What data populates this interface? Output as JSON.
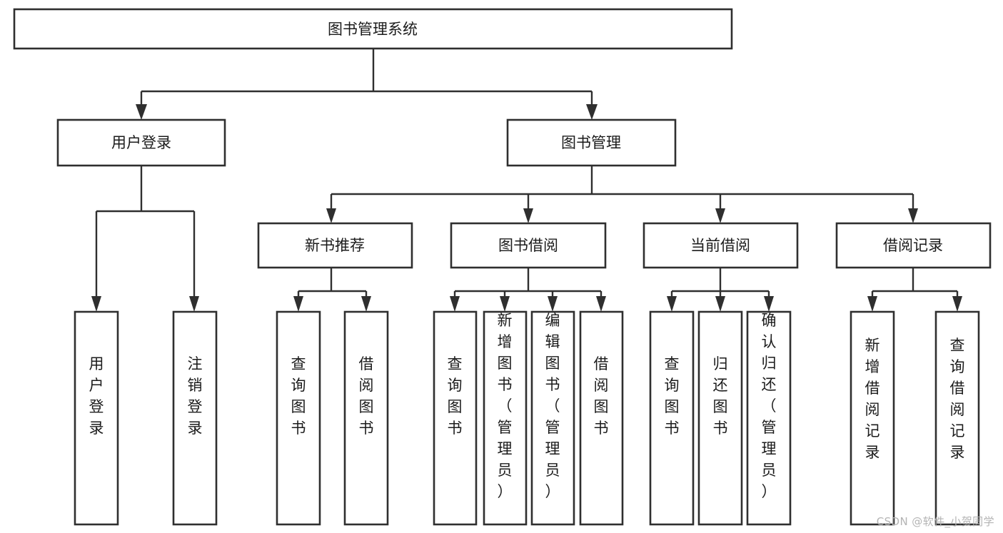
{
  "diagram": {
    "type": "tree",
    "title": "图书管理系统",
    "orientation": "top-down",
    "colors": {
      "box_stroke": "#2f2f2f",
      "box_fill": "#ffffff",
      "connector": "#2f2f2f",
      "text": "#1b1b1b",
      "watermark": "#b4b4b4",
      "background": "#ffffff"
    },
    "root": {
      "label": "图书管理系统",
      "name": "root-node"
    },
    "level2": [
      {
        "label": "用户登录",
        "name": "node-user-login"
      },
      {
        "label": "图书管理",
        "name": "node-book-management"
      }
    ],
    "level3": [
      {
        "label": "新书推荐",
        "name": "node-new-book-recommend"
      },
      {
        "label": "图书借阅",
        "name": "node-book-borrow"
      },
      {
        "label": "当前借阅",
        "name": "node-current-borrow"
      },
      {
        "label": "借阅记录",
        "name": "node-borrow-record"
      }
    ],
    "leaves": {
      "user_login": [
        {
          "label": "用户登录",
          "name": "leaf-user-login"
        },
        {
          "label": "注销登录",
          "name": "leaf-logout"
        }
      ],
      "new_book_recommend": [
        {
          "label": "查询图书",
          "name": "leaf-query-book-recommend"
        },
        {
          "label": "借阅图书",
          "name": "leaf-borrow-book-recommend"
        }
      ],
      "book_borrow": [
        {
          "label": "查询图书",
          "name": "leaf-query-book-borrow"
        },
        {
          "label": "新增图书（管理员）",
          "name": "leaf-add-book-admin"
        },
        {
          "label": "编辑图书（管理员）",
          "name": "leaf-edit-book-admin"
        },
        {
          "label": "借阅图书",
          "name": "leaf-borrow-book"
        }
      ],
      "current_borrow": [
        {
          "label": "查询图书",
          "name": "leaf-query-book-current"
        },
        {
          "label": "归还图书",
          "name": "leaf-return-book"
        },
        {
          "label": "确认归还（管理员）",
          "name": "leaf-confirm-return-admin"
        }
      ],
      "borrow_record": [
        {
          "label": "新增借阅记录",
          "name": "leaf-add-borrow-record"
        },
        {
          "label": "查询借阅记录",
          "name": "leaf-query-borrow-record"
        }
      ]
    }
  },
  "watermark": {
    "text": "CSDN @软件_小贺同学"
  }
}
